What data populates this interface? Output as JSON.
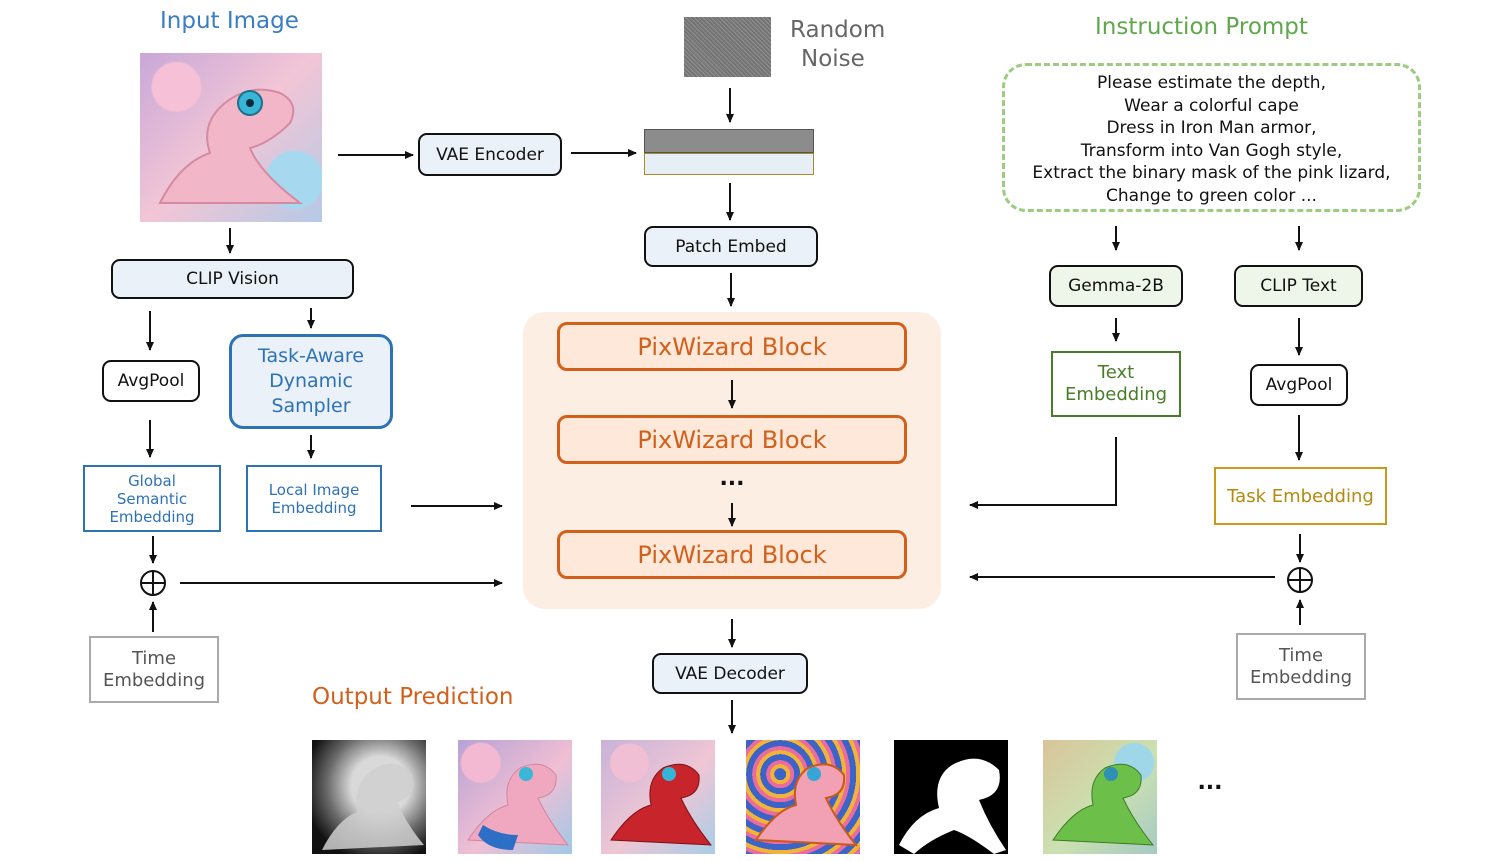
{
  "titles": {
    "input_image": "Input Image",
    "random_noise_line1": "Random",
    "random_noise_line2": "Noise",
    "instruction_prompt": "Instruction Prompt",
    "output_prediction": "Output Prediction"
  },
  "boxes": {
    "vae_encoder": "VAE Encoder",
    "patch_embed": "Patch Embed",
    "clip_vision": "CLIP Vision",
    "avgpool_left": "AvgPool",
    "task_aware_line1": "Task-Aware",
    "task_aware_line2": "Dynamic",
    "task_aware_line3": "Sampler",
    "global_line1": "Global",
    "global_line2": "Semantic",
    "global_line3": "Embedding",
    "local_line1": "Local Image",
    "local_line2": "Embedding",
    "time_left_line1": "Time",
    "time_left_line2": "Embedding",
    "pix_block_1": "PixWizard Block",
    "pix_block_2": "PixWizard Block",
    "pix_ellipsis": "...",
    "pix_block_3": "PixWizard Block",
    "vae_decoder": "VAE Decoder",
    "gemma": "Gemma-2B",
    "clip_text": "CLIP Text",
    "text_emb_line1": "Text",
    "text_emb_line2": "Embedding",
    "avgpool_right": "AvgPool",
    "task_embedding": "Task Embedding",
    "time_right_line1": "Time",
    "time_right_line2": "Embedding",
    "output_ellipsis": "..."
  },
  "prompts": [
    "Please estimate the depth,",
    "Wear a colorful cape",
    "Dress in Iron Man armor,",
    "Transform into Van Gogh style,",
    "Extract the binary mask of the pink lizard,",
    "Change to green color ..."
  ],
  "colors": {
    "blue": "#2e72b6",
    "green": "#4a7d2a",
    "orange": "#d2601a",
    "gold": "#c99a1a",
    "gray": "#aaaaaa"
  }
}
